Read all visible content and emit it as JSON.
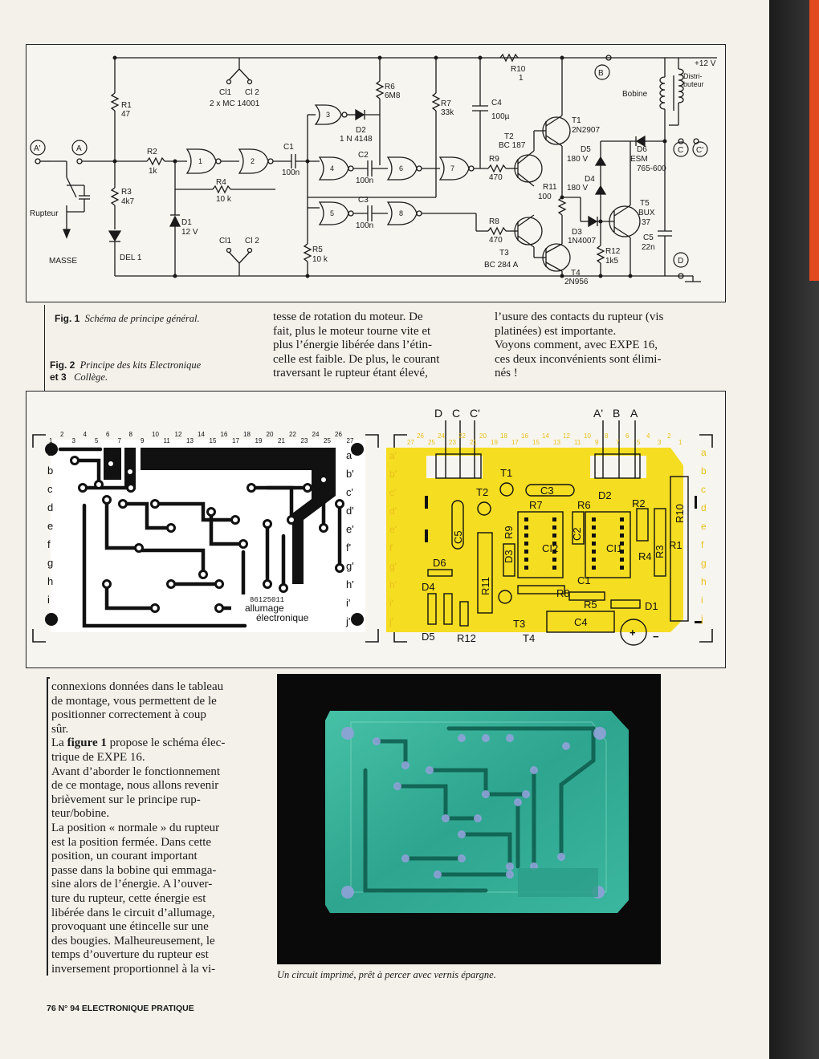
{
  "captions": {
    "fig1_label": "Fig. 1",
    "fig1_text": "Schéma de principe général.",
    "fig23_label_a": "Fig. 2",
    "fig23_label_b": "et 3",
    "fig23_text_a": "Principe des kits Electronique",
    "fig23_text_b": "Collège."
  },
  "text_columns": {
    "col_mid_top": [
      "tesse de rotation du moteur. De",
      "fait, plus le moteur tourne vite et",
      "plus l’énergie libérée dans l’étin-",
      "celle est faible. De plus, le courant",
      "traversant le rupteur étant élevé,"
    ],
    "col_right_top": [
      "l’usure des contacts du rupteur (vis",
      "platinées) est importante.",
      "Voyons comment, avec EXPE 16,",
      "ces deux inconvénients sont élimi-",
      "nés !"
    ],
    "col_left_bottom": [
      "connexions données dans le tableau",
      "de montage, vous permettent de le",
      "positionner correctement à coup",
      "sûr.",
      "La figure 1 propose le schéma élec-",
      "trique de EXPE 16.",
      "Avant d’aborder le fonctionnement",
      "de ce montage, nous allons revenir",
      "brièvement sur le principe rup-",
      "teur/bobine.",
      "La position « normale » du rupteur",
      "est la position fermée. Dans cette",
      "position, un courant important",
      "passe dans la bobine qui emmaga-",
      "sine alors de l’énergie. A l’ouver-",
      "ture du rupteur, cette énergie est",
      "libérée dans le circuit d’allumage,",
      "provoquant une étincelle sur une",
      "des bougies. Malheureusement, le",
      "temps d’ouverture du rupteur est",
      "inversement proportionnel à la vi-"
    ]
  },
  "photo_caption": "Un circuit imprimé, prêt à percer avec vernis épargne.",
  "footer": "76 N° 94 ELECTRONIQUE PRATIQUE",
  "schematic": {
    "labels": {
      "a_prime": "A'",
      "a": "A",
      "b": "B",
      "c": "C",
      "c_prime": "C'",
      "d": "D",
      "r1": "R1",
      "r1v": "47",
      "r2": "R2",
      "r2v": "1k",
      "r3": "R3",
      "r3v": "4k7",
      "r4": "R4",
      "r4v": "10 k",
      "r5": "R5",
      "r5v": "10 k",
      "r6": "R6",
      "r6v": "6M8",
      "r7": "R7",
      "r7v": "33k",
      "r8": "R8",
      "r8v": "470",
      "r9": "R9",
      "r9v": "470",
      "r10": "R10",
      "r10v": "1",
      "r11": "R11",
      "r11v": "100",
      "r12": "R12",
      "r12v": "1k5",
      "c1": "C1",
      "c1v": "100n",
      "c2": "C2",
      "c2v": "100n",
      "c3": "C3",
      "c3v": "100n",
      "c4": "C4",
      "c4v": "100µ",
      "c5": "C5",
      "c5v": "22n",
      "d1": "D1",
      "d1v": "12 V",
      "d2": "D2",
      "d2v": "1 N 4148",
      "d3": "D3",
      "d3v": "1N4007",
      "d4": "D4",
      "d4v": "180 V",
      "d5": "D5",
      "d5v": "180 V",
      "d6": "D6",
      "d6v": "ESM",
      "d6v2": "765-600",
      "t1": "T1",
      "t1v": "2N2907",
      "t2": "T2",
      "t2v": "BC 187",
      "t3": "T3",
      "t3v": "BC 284 A",
      "t4": "T4",
      "t4v": "2N956",
      "t5": "T5",
      "t5v": "BUX",
      "t5v2": "37",
      "ci_top_a": "Cl1",
      "ci_top_b": "Cl 2",
      "ci_top_v": "2 x MC 14001",
      "ci_bot_a": "Cl1",
      "ci_bot_b": "Cl 2",
      "del1": "DEL 1",
      "rupteur": "Rupteur",
      "masse": "MASSE",
      "bobine": "Bobine",
      "distributeur_a": "Distri-",
      "distributeur_b": "buteur",
      "plus12": "+12 V",
      "g1": "1",
      "g2": "2",
      "g3": "3",
      "g4": "4",
      "g5": "5",
      "g6": "6",
      "g7": "7",
      "g8": "8"
    }
  },
  "pcb": {
    "left_cols_top": [
      "2",
      "4",
      "6",
      "8",
      "10",
      "12",
      "14",
      "16",
      "18",
      "20",
      "22",
      "24",
      "26"
    ],
    "left_cols_bot": [
      "1",
      "3",
      "5",
      "7",
      "9",
      "11",
      "13",
      "15",
      "17",
      "19",
      "21",
      "23",
      "25",
      "27"
    ],
    "rows": [
      "a",
      "b",
      "c",
      "d",
      "e",
      "f",
      "g",
      "h",
      "i",
      "j"
    ],
    "rows_prime": [
      "a'",
      "b'",
      "c'",
      "d'",
      "e'",
      "f'",
      "g'",
      "h'",
      "i'",
      "j'"
    ],
    "serial": "86125011",
    "brand_a": "allumage",
    "brand_b": "électronique",
    "conn_left": [
      "D",
      "C",
      "C'"
    ],
    "conn_right": [
      "A'",
      "B",
      "A"
    ],
    "parts": {
      "t1": "T1",
      "t2": "T2",
      "c3": "C3",
      "r7": "R7",
      "r6": "R6",
      "d2": "D2",
      "r2": "R2",
      "r10": "R10",
      "c5": "C5",
      "ci2": "CI2",
      "c2": "C2",
      "ci1": "CI1",
      "r4": "R4",
      "r3": "R3",
      "r1": "R1",
      "d6": "D6",
      "r11": "R11",
      "d3": "D3",
      "r9": "R9",
      "c1": "C1",
      "r8": "R8",
      "r5": "R5",
      "d1": "D1",
      "d4": "D4",
      "d5": "D5",
      "r12": "R12",
      "t3": "T3",
      "t4": "T4",
      "c4": "C4",
      "plus": "+",
      "minus": "−"
    }
  }
}
